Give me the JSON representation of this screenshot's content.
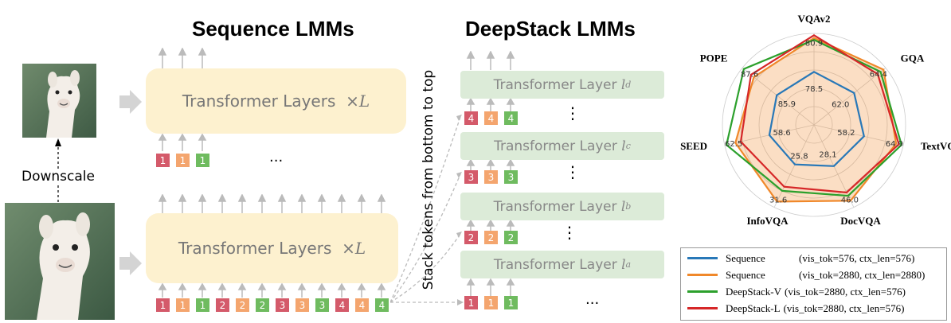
{
  "titles": {
    "sequence": "Sequence LMMs",
    "deepstack": "DeepStack LMMs"
  },
  "downscale_label": "Downscale",
  "big_layer_label": "Transformer Layers",
  "big_layer_mult": "×",
  "big_layer_var": "L",
  "small_layer_label": "Transformer Layer",
  "small_layers": [
    {
      "var": "l",
      "sub": "d"
    },
    {
      "var": "l",
      "sub": "c"
    },
    {
      "var": "l",
      "sub": "b"
    },
    {
      "var": "l",
      "sub": "a"
    }
  ],
  "stack_label": "Stack tokens from bottom to top",
  "ellipsis": "...",
  "vdots": "⋮",
  "token_numbers": [
    "1",
    "1",
    "1",
    "2",
    "2",
    "2",
    "3",
    "3",
    "3",
    "4",
    "4",
    "4"
  ],
  "colors": {
    "red": "#d45a6a",
    "orange": "#f4a56e",
    "green": "#6fbb5f",
    "yellow_box": "#fdf1cf",
    "green_box": "#dcebd8"
  },
  "chart_data": {
    "type": "radar",
    "axes": [
      "VQAv2",
      "GQA",
      "TextVQA",
      "DocVQA",
      "InfoVQA",
      "SEED",
      "POPE"
    ],
    "min_labels": [
      "78.5",
      "62.0",
      "58.2",
      "28.1",
      "25.8",
      "58.6",
      "85.9"
    ],
    "max_labels": [
      "80.9",
      "64.4",
      "64.9",
      "46.0",
      "31.6",
      "62.5",
      "87.6"
    ],
    "series": [
      {
        "name": "Sequence",
        "detail": "(vis_tok=576, ctx_len=576)",
        "color": "#2878b8",
        "values": [
          0.58,
          0.56,
          0.56,
          0.5,
          0.48,
          0.5,
          0.52
        ]
      },
      {
        "name": "Sequence",
        "detail": "(vis_tok=2880, ctx_len=2880)",
        "color": "#f0882a",
        "values": [
          0.95,
          0.97,
          0.92,
          0.92,
          0.93,
          0.88,
          0.84
        ]
      },
      {
        "name": "DeepStack-V",
        "detail": "(vis_tok=2880, ctx_len=576)",
        "color": "#2ca02c",
        "values": [
          0.93,
          0.93,
          0.98,
          0.86,
          0.8,
          0.98,
          0.98
        ]
      },
      {
        "name": "DeepStack-L",
        "detail": "(vis_tok=2880, ctx_len=576)",
        "color": "#d62728",
        "values": [
          0.98,
          0.89,
          0.95,
          0.82,
          0.75,
          0.82,
          0.88
        ]
      }
    ],
    "grid": true,
    "legend_position": "bottom"
  }
}
